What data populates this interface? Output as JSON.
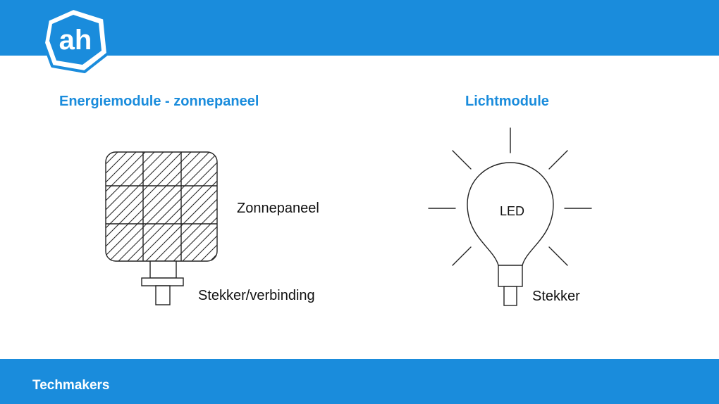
{
  "colors": {
    "brand_blue": "#1a8cdc",
    "line": "#222222"
  },
  "logo": {
    "text": "ah",
    "icon": "albert-heijn-logo"
  },
  "left_module": {
    "title": "Energiemodule - zonnepaneel",
    "panel_label": "Zonnepaneel",
    "connector_label": "Stekker/verbinding"
  },
  "right_module": {
    "title": "Lichtmodule",
    "bulb_text": "LED",
    "plug_label": "Stekker"
  },
  "footer": {
    "text": "Techmakers"
  }
}
